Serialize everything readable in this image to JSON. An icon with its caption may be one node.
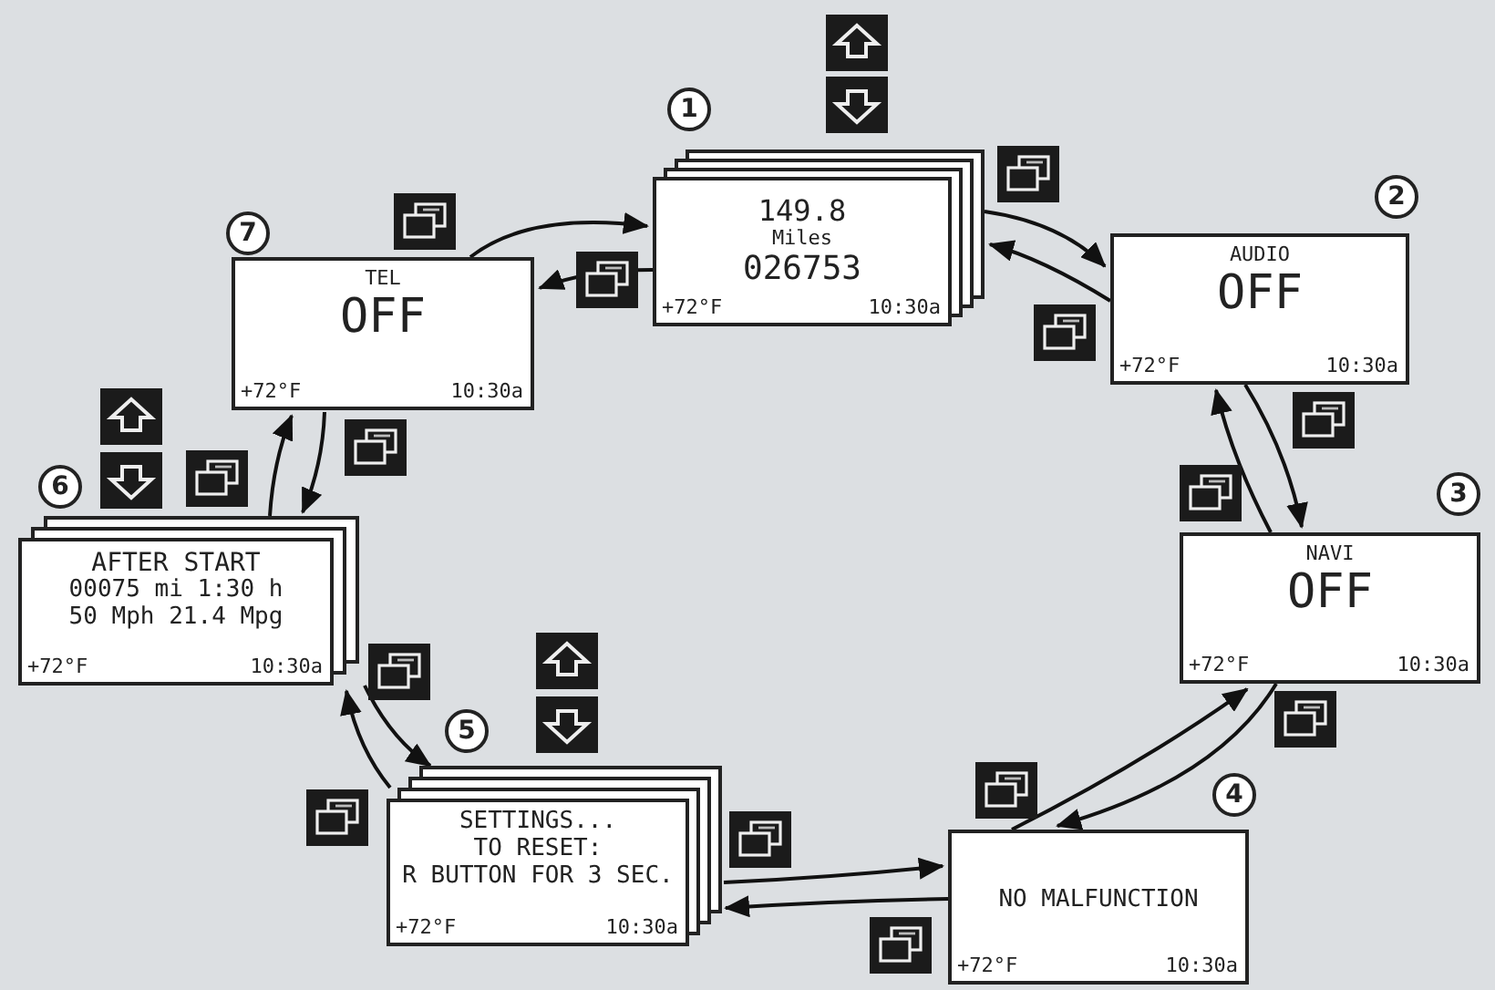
{
  "diagram": {
    "nodes": [
      {
        "text": [
          "149.8",
          "Miles",
          "026753",
          "+72°F",
          "10:30a"
        ],
        "beside": [
          "1"
        ]
      },
      {
        "text": [
          "AUDIO",
          "OFF",
          "+72°F",
          "10:30a"
        ],
        "beside": [
          "2"
        ]
      },
      {
        "text": [
          "NAVI",
          "OFF",
          "+72°F",
          "10:30a"
        ],
        "beside": [
          "3"
        ]
      },
      {
        "text": [
          "NO MALFUNCTION",
          "+72°F",
          "10:30a"
        ],
        "beside": [
          "4"
        ]
      },
      {
        "text": [
          "SETTINGS...",
          "TO RESET:",
          "R BUTTON FOR 3 SEC.",
          "+72°F",
          "10:30a"
        ],
        "beside": [
          "5"
        ]
      },
      {
        "text": [
          "AFTER START",
          "00075 mi 1:30 h",
          "50 Mph 21.4 Mpg",
          "+72°F",
          "10:30a"
        ],
        "beside": [
          "6"
        ]
      },
      {
        "text": [
          "TEL",
          "OFF",
          "+72°F",
          "10:30a"
        ],
        "beside": [
          "7"
        ]
      }
    ],
    "edges": [
      {
        "from": 6,
        "to": 0,
        "arrow": "to"
      },
      {
        "from": 0,
        "to": 6,
        "arrow": "to"
      },
      {
        "from": 0,
        "to": 1,
        "arrow": "to"
      },
      {
        "from": 1,
        "to": 0,
        "arrow": "to"
      },
      {
        "from": 1,
        "to": 2,
        "arrow": "to"
      },
      {
        "from": 2,
        "to": 1,
        "arrow": "to"
      },
      {
        "from": 2,
        "to": 3,
        "arrow": "to"
      },
      {
        "from": 3,
        "to": 2,
        "arrow": "to"
      },
      {
        "from": 3,
        "to": 4,
        "arrow": "to"
      },
      {
        "from": 4,
        "to": 3,
        "arrow": "to"
      },
      {
        "from": 4,
        "to": 5,
        "arrow": "to"
      },
      {
        "from": 5,
        "to": 4,
        "arrow": "to"
      },
      {
        "from": 5,
        "to": 6,
        "arrow": "to"
      },
      {
        "from": 6,
        "to": 5,
        "arrow": "to"
      }
    ]
  }
}
